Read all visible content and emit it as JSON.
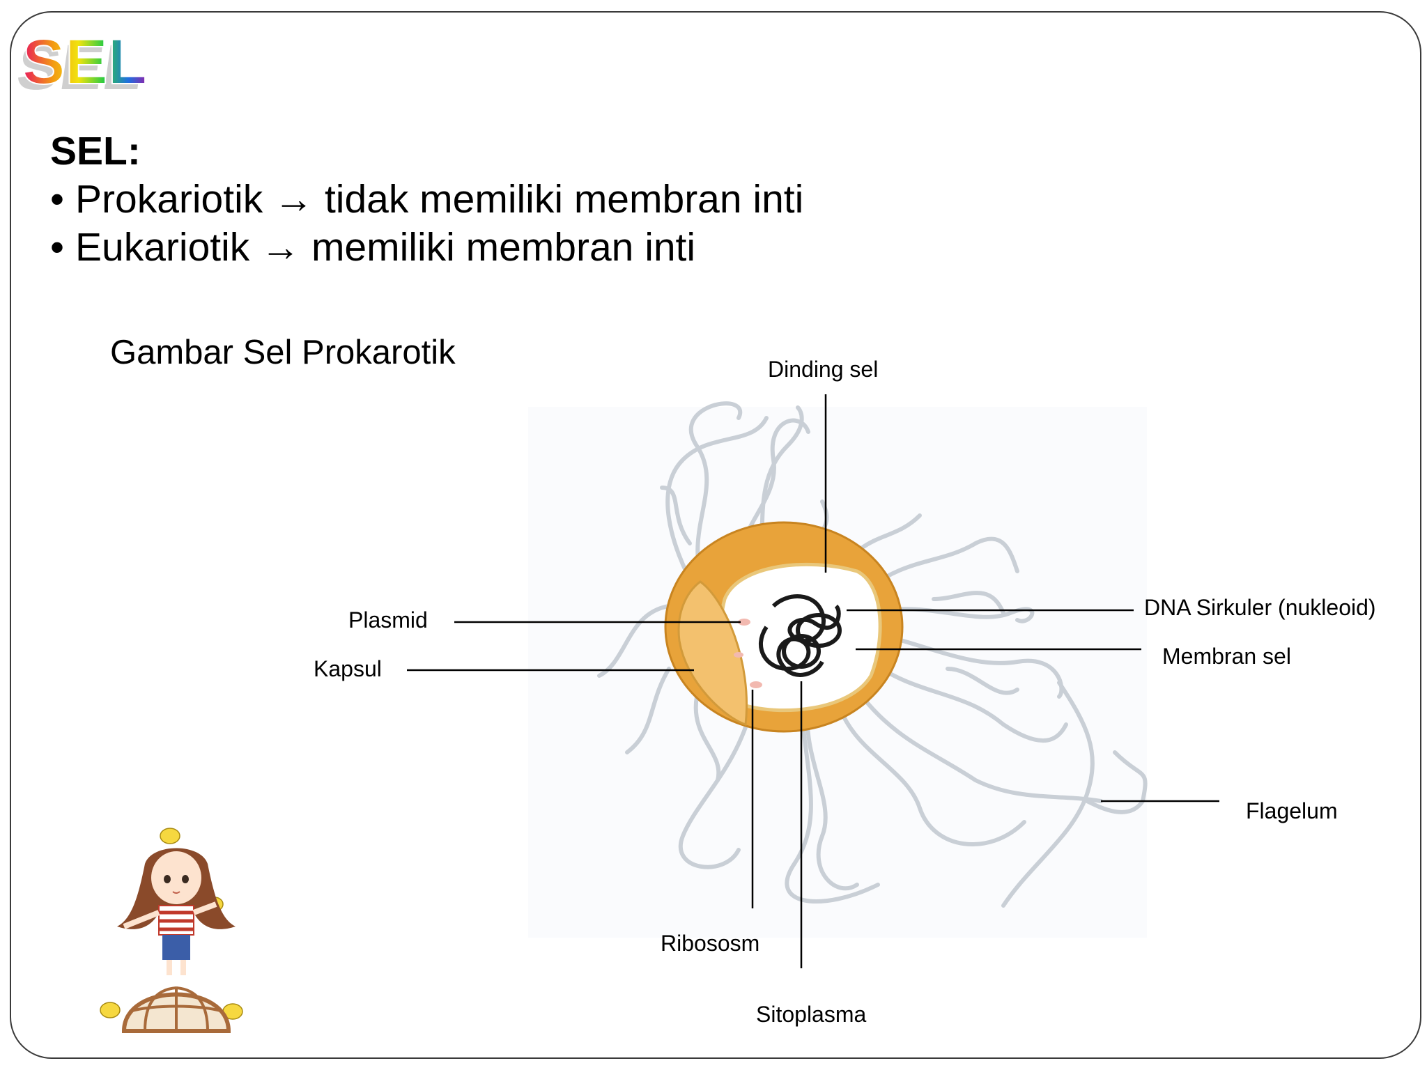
{
  "logo": {
    "text": "SEL"
  },
  "heading": "SEL:",
  "bullets": [
    {
      "term": "Prokariotik",
      "arrow": "→",
      "desc": "tidak memiliki membran inti"
    },
    {
      "term": "Eukariotik",
      "arrow": "→",
      "desc": "memiliki membran inti"
    }
  ],
  "figure": {
    "title": "Gambar Sel Prokarotik",
    "labels": {
      "dinding_sel": "Dinding sel",
      "plasmid": "Plasmid",
      "kapsul": "Kapsul",
      "dna": "DNA Sirkuler (nukleoid)",
      "membran": "Membran sel",
      "flagelum": "Flagelum",
      "ribosom": "Ribososm",
      "sitoplasma": "Sitoplasma"
    }
  },
  "colors": {
    "capsule": "#E8A33A",
    "capsule_inner": "#F3C16E",
    "flagella": "#C9CFD6",
    "leader": "#000000",
    "frame": "#3a3a3a"
  }
}
